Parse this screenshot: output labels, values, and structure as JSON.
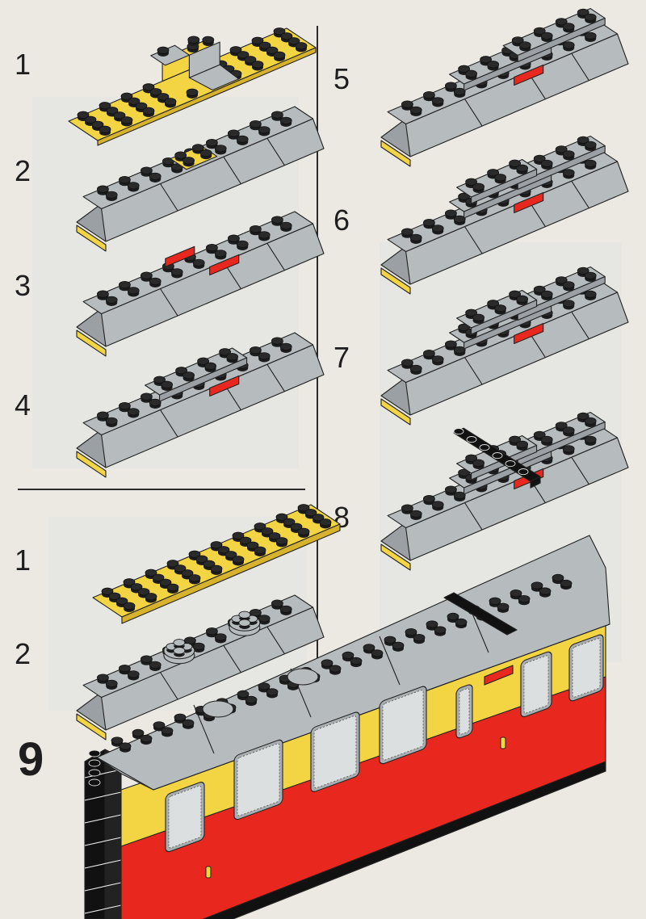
{
  "colors": {
    "paper": "#ece9e3",
    "grey": "#b6bbbe",
    "grey_dark": "#9aa0a3",
    "yellow": "#f3d543",
    "red": "#e8281e",
    "black": "#111111",
    "stud": "#2a2a2a"
  },
  "roof_a": {
    "steps": [
      {
        "number": "1",
        "icon": "yellow-plate-with-slopes"
      },
      {
        "number": "2",
        "icon": "slope-row-roof"
      },
      {
        "number": "3",
        "icon": "roof-with-red-bricks"
      },
      {
        "number": "4",
        "icon": "roof-with-plates"
      }
    ]
  },
  "roof_b": {
    "steps": [
      {
        "number": "1",
        "icon": "yellow-plate"
      },
      {
        "number": "2",
        "icon": "roof-with-round-bricks"
      }
    ]
  },
  "roof_c": {
    "steps": [
      {
        "number": "5",
        "icon": "roof-with-stacked-plates"
      },
      {
        "number": "6",
        "icon": "roof-with-more-plates"
      },
      {
        "number": "7",
        "icon": "roof-with-jumper-plates"
      },
      {
        "number": "8",
        "icon": "roof-with-black-pantograph-plate"
      }
    ]
  },
  "final_step": {
    "number": "9",
    "icon": "assembled-train-car"
  }
}
